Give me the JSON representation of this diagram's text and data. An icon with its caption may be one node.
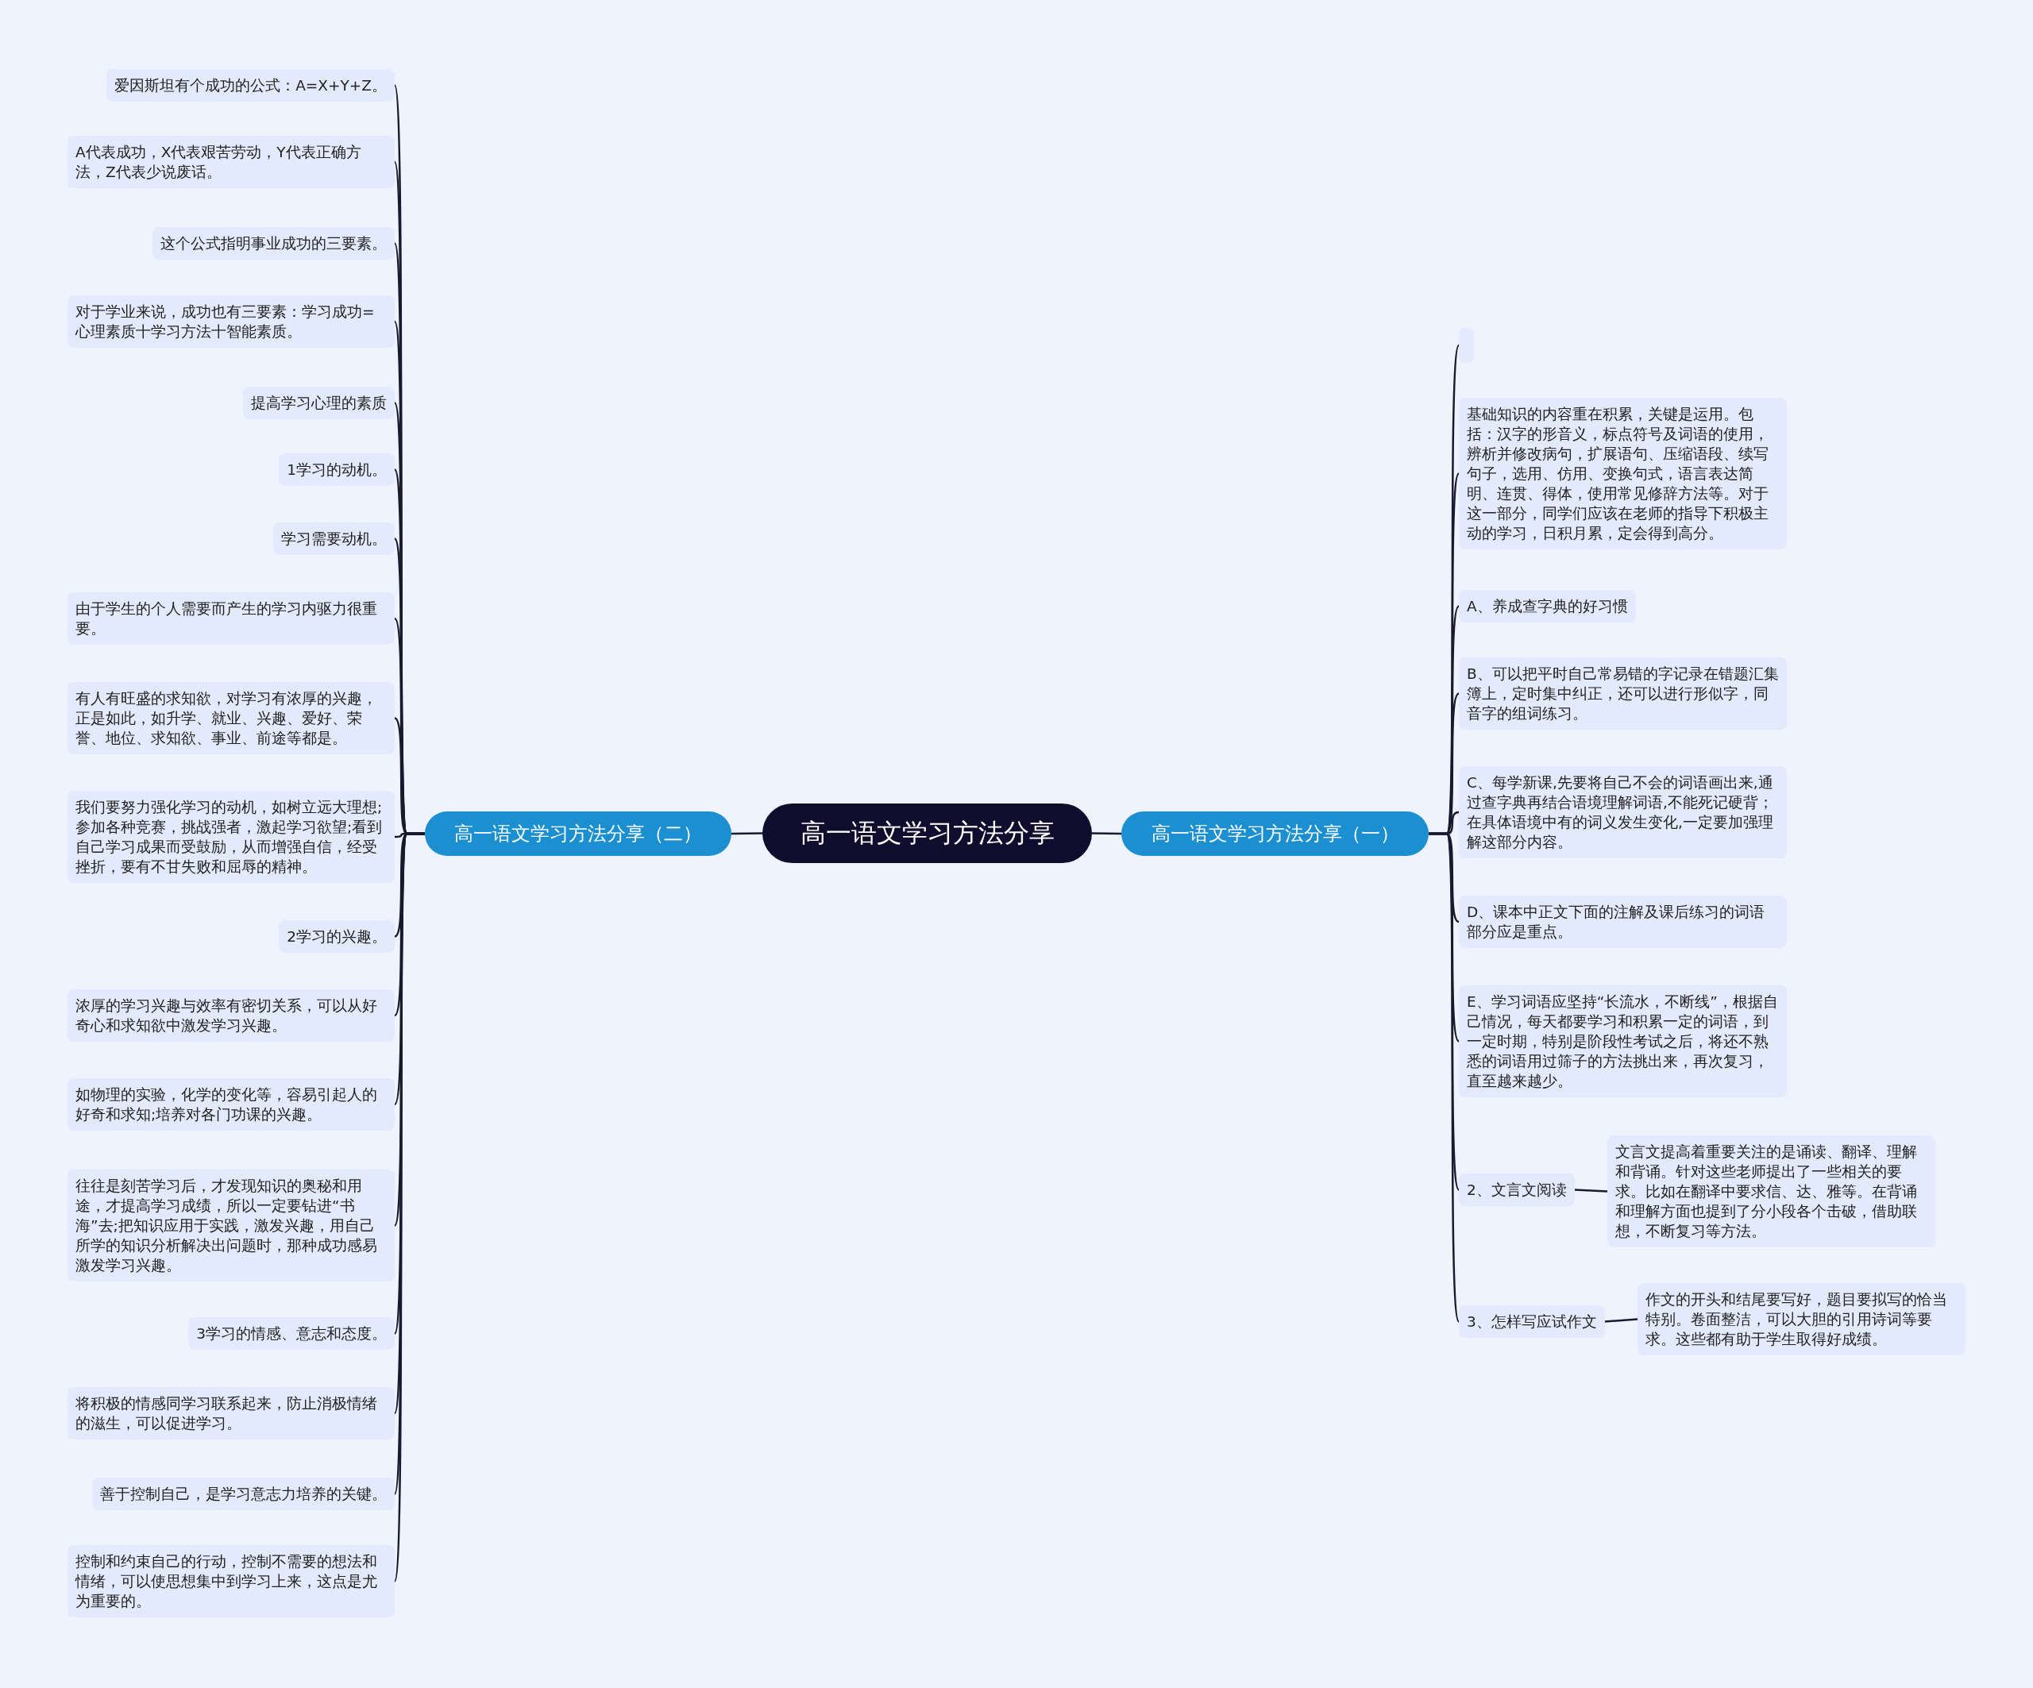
{
  "diagram": {
    "nodes": [
      {
        "text": [
          "高一语文学习方法分享"
        ]
      },
      {
        "text": [
          "高一语文学习方法分享（一）"
        ]
      },
      {
        "text": [
          "高一语文学习方法分享（二）"
        ]
      },
      {
        "text": [],
        "shape": "box"
      },
      {
        "text": [
          "基础知识的内容重在积累，关键是运用。包括：汉字的形音义，标点符号及词语的使用，辨析并修改病句，扩展语句、压缩语段、续写句子，选用、仿用、变换句式，语言表达简明、连贯、得体，使用常见修辞方法等。对于这一部分，同学们应该在老师的指导下积极主动的学习，日积月累，定会得到高分。"
        ]
      },
      {
        "text": [
          "A、养成查字典的好习惯"
        ]
      },
      {
        "text": [
          "B、可以把平时自己常易错的字记录在错题汇集簿上，定时集中纠正，还可以进行形似字，同音字的组词练习。"
        ]
      },
      {
        "text": [
          "C、每学新课,先要将自己不会的词语画出来,通过查字典再结合语境理解词语,不能死记硬背；在具体语境中有的词义发生变化,一定要加强理解这部分内容。"
        ]
      },
      {
        "text": [
          "D、课本中正文下面的注解及课后练习的词语部分应是重点。"
        ]
      },
      {
        "text": [
          "E、学习词语应坚持“长流水，不断线”，根据自己情况，每天都要学习和积累一定的词语，到一定时期，特别是阶段性考试之后，将还不熟悉的词语用过筛子的方法挑出来，再次复习，直至越来越少。"
        ]
      },
      {
        "text": [
          "2、文言文阅读"
        ]
      },
      {
        "text": [
          "文言文提高着重要关注的是诵读、翻译、理解和背诵。针对这些老师提出了一些相关的要求。比如在翻译中要求信、达、雅等。在背诵和理解方面也提到了分小段各个击破，借助联想，不断复习等方法。"
        ]
      },
      {
        "text": [
          "3、怎样写应试作文"
        ]
      },
      {
        "text": [
          "作文的开头和结尾要写好，题目要拟写的恰当特别。卷面整洁，可以大胆的引用诗词等要求。这些都有助于学生取得好成绩。"
        ]
      },
      {
        "text": [
          "爱因斯坦有个成功的公式：A=X+Y+Z。"
        ]
      },
      {
        "text": [
          "A代表成功，X代表艰苦劳动，Y代表正确方法，Z代表少说废话。"
        ]
      },
      {
        "text": [
          "这个公式指明事业成功的三要素。"
        ]
      },
      {
        "text": [
          "对于学业来说，成功也有三要素：学习成功=心理素质十学习方法十智能素质。"
        ]
      },
      {
        "text": [
          "提高学习心理的素质"
        ]
      },
      {
        "text": [
          "1学习的动机。"
        ]
      },
      {
        "text": [
          "学习需要动机。"
        ]
      },
      {
        "text": [
          "由于学生的个人需要而产生的学习内驱力很重要。"
        ]
      },
      {
        "text": [
          "有人有旺盛的求知欲，对学习有浓厚的兴趣，正是如此，如升学、就业、兴趣、爱好、荣誉、地位、求知欲、事业、前途等都是。"
        ]
      },
      {
        "text": [
          "我们要努力强化学习的动机，如树立远大理想;参加各种竞赛，挑战强者，激起学习欲望;看到自己学习成果而受鼓励，从而增强自信，经受挫折，要有不甘失败和屈辱的精神。"
        ]
      },
      {
        "text": [
          "2学习的兴趣。"
        ]
      },
      {
        "text": [
          "浓厚的学习兴趣与效率有密切关系，可以从好奇心和求知欲中激发学习兴趣。"
        ]
      },
      {
        "text": [
          "如物理的实验，化学的变化等，容易引起人的好奇和求知;培养对各门功课的兴趣。"
        ]
      },
      {
        "text": [
          "往往是刻苦学习后，才发现知识的奥秘和用途，才提高学习成绩，所以一定要钻进“书海”去;把知识应用于实践，激发兴趣，用自己所学的知识分析解决出问题时，那种成功感易激发学习兴趣。"
        ]
      },
      {
        "text": [
          "3学习的情感、意志和态度。"
        ]
      },
      {
        "text": [
          "将积极的情感同学习联系起来，防止消极情绪的滋生，可以促进学习。"
        ]
      },
      {
        "text": [
          "善于控制自己，是学习意志力培养的关键。"
        ]
      },
      {
        "text": [
          "控制和约束自己的行动，控制不需要的想法和情绪，可以使思想集中到学习上来，这点是尤为重要的。"
        ]
      }
    ],
    "edges": [
      {
        "from": 0,
        "to": 1,
        "arrow": "none"
      },
      {
        "from": 0,
        "to": 2,
        "arrow": "none"
      },
      {
        "from": 1,
        "to": 3,
        "arrow": "none"
      },
      {
        "from": 1,
        "to": 4,
        "arrow": "none"
      },
      {
        "from": 1,
        "to": 5,
        "arrow": "none"
      },
      {
        "from": 1,
        "to": 6,
        "arrow": "none"
      },
      {
        "from": 1,
        "to": 7,
        "arrow": "none"
      },
      {
        "from": 1,
        "to": 8,
        "arrow": "none"
      },
      {
        "from": 1,
        "to": 9,
        "arrow": "none"
      },
      {
        "from": 1,
        "to": 10,
        "arrow": "none"
      },
      {
        "from": 1,
        "to": 12,
        "arrow": "none"
      },
      {
        "from": 10,
        "to": 11,
        "arrow": "none"
      },
      {
        "from": 12,
        "to": 13,
        "arrow": "none"
      },
      {
        "from": 2,
        "to": 14,
        "arrow": "none"
      },
      {
        "from": 2,
        "to": 15,
        "arrow": "none"
      },
      {
        "from": 2,
        "to": 16,
        "arrow": "none"
      },
      {
        "from": 2,
        "to": 17,
        "arrow": "none"
      },
      {
        "from": 2,
        "to": 18,
        "arrow": "none"
      },
      {
        "from": 2,
        "to": 19,
        "arrow": "none"
      },
      {
        "from": 2,
        "to": 20,
        "arrow": "none"
      },
      {
        "from": 2,
        "to": 21,
        "arrow": "none"
      },
      {
        "from": 2,
        "to": 22,
        "arrow": "none"
      },
      {
        "from": 2,
        "to": 23,
        "arrow": "none"
      },
      {
        "from": 2,
        "to": 24,
        "arrow": "none"
      },
      {
        "from": 2,
        "to": 25,
        "arrow": "none"
      },
      {
        "from": 2,
        "to": 26,
        "arrow": "none"
      },
      {
        "from": 2,
        "to": 27,
        "arrow": "none"
      },
      {
        "from": 2,
        "to": 28,
        "arrow": "none"
      },
      {
        "from": 2,
        "to": 29,
        "arrow": "none"
      },
      {
        "from": 2,
        "to": 30,
        "arrow": "none"
      },
      {
        "from": 2,
        "to": 31,
        "arrow": "none"
      }
    ]
  }
}
